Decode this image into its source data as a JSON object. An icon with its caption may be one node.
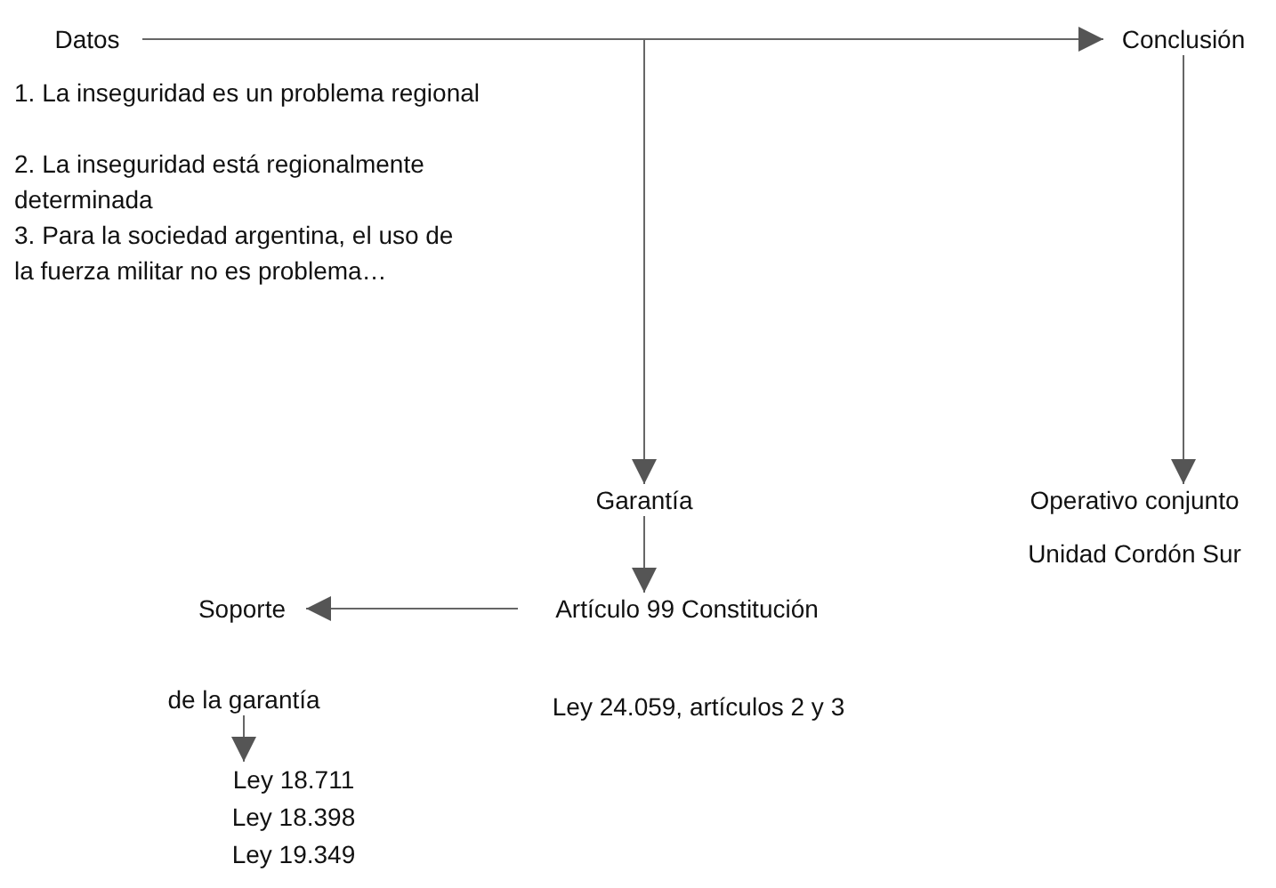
{
  "diagram": {
    "nodes": [
      {
        "text": [
          "Datos"
        ]
      },
      {
        "text": [
          "Conclusión"
        ]
      },
      {
        "text": [
          "Garantía"
        ]
      },
      {
        "text": [
          "Operativo conjunto"
        ]
      },
      {
        "text": [
          "Unidad Cordón Sur"
        ]
      },
      {
        "text": [
          "Artículo 99 Constitución"
        ]
      },
      {
        "text": [
          "Soporte"
        ]
      },
      {
        "text": [
          "de la garantía"
        ]
      },
      {
        "text": [
          "Ley 24.059, artículos 2 y 3"
        ]
      },
      {
        "text": [
          "Ley 18.711 Ley 18.398 Ley 19.349"
        ]
      }
    ],
    "edges": [
      {
        "from": 0,
        "to": 1,
        "arrow": "to"
      },
      {
        "from": 0,
        "to": 2,
        "arrow": "to"
      },
      {
        "from": 1,
        "to": 3,
        "arrow": "to"
      },
      {
        "from": 2,
        "to": 5,
        "arrow": "to"
      },
      {
        "from": 5,
        "to": 6,
        "arrow": "to"
      },
      {
        "from": 7,
        "to": 9,
        "arrow": "to"
      }
    ],
    "labels": [
      "1. La inseguridad es un problema regional",
      "2. La inseguridad está regionalmente determinada",
      "3. Para la sociedad argentina, el uso de la fuerza militar no es problema…"
    ]
  }
}
